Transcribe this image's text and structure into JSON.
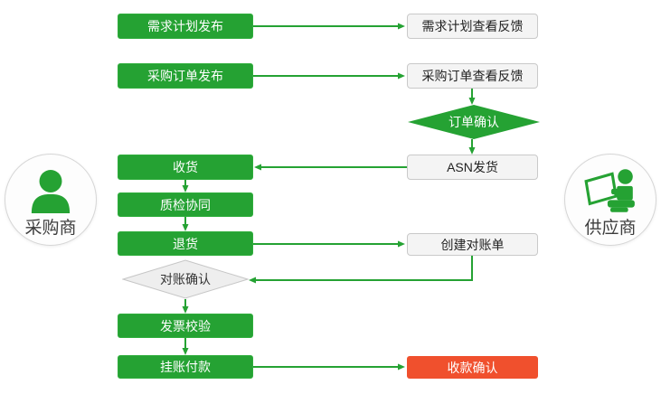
{
  "palette": {
    "green": "#25a233",
    "red": "#f0502d",
    "white_box_bg": "#f4f4f4",
    "white_box_border": "#c9c9c9",
    "gray_diamond_bg": "#eeeeee",
    "gray_diamond_border": "#c6c6c6",
    "actor_circle_bg": "#fdfdfd",
    "actor_circle_border": "#d6d6d6",
    "text_dark": "#3d3d3d",
    "text_on_green": "#ffffff"
  },
  "actors": {
    "buyer": {
      "label": "采购商"
    },
    "supplier": {
      "label": "供应商"
    }
  },
  "nodes": {
    "demand_plan_publish": {
      "label": "需求计划发布"
    },
    "demand_plan_feedback": {
      "label": "需求计划查看反馈"
    },
    "po_publish": {
      "label": "采购订单发布"
    },
    "po_feedback": {
      "label": "采购订单查看反馈"
    },
    "order_confirm": {
      "label": "订单确认"
    },
    "receive_goods": {
      "label": "收货"
    },
    "asn_ship": {
      "label": "ASN发货"
    },
    "quality_check": {
      "label": "质检协同"
    },
    "return_goods": {
      "label": "退货"
    },
    "create_statement": {
      "label": "创建对账单"
    },
    "statement_confirm": {
      "label": "对账确认"
    },
    "invoice_verify": {
      "label": "发票校验"
    },
    "payment_on_account": {
      "label": "挂账付款"
    },
    "receipt_confirm": {
      "label": "收款确认"
    }
  },
  "edges": [
    {
      "from": "demand_plan_publish",
      "to": "demand_plan_feedback"
    },
    {
      "from": "po_publish",
      "to": "po_feedback"
    },
    {
      "from": "po_feedback",
      "to": "order_confirm"
    },
    {
      "from": "order_confirm",
      "to": "asn_ship"
    },
    {
      "from": "asn_ship",
      "to": "receive_goods"
    },
    {
      "from": "receive_goods",
      "to": "quality_check"
    },
    {
      "from": "quality_check",
      "to": "return_goods"
    },
    {
      "from": "return_goods",
      "to": "create_statement"
    },
    {
      "from": "create_statement",
      "to": "statement_confirm"
    },
    {
      "from": "statement_confirm",
      "to": "invoice_verify"
    },
    {
      "from": "invoice_verify",
      "to": "payment_on_account"
    },
    {
      "from": "payment_on_account",
      "to": "receipt_confirm"
    }
  ]
}
